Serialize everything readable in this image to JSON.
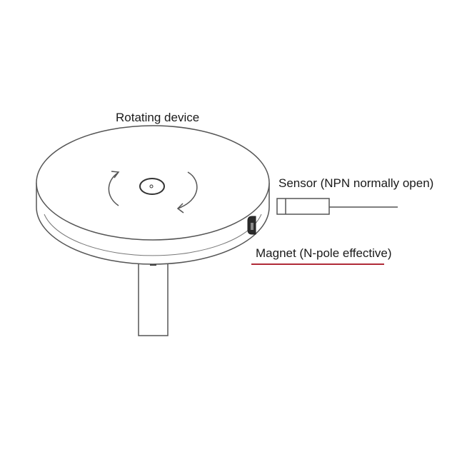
{
  "labels": {
    "rotating_device": "Rotating device",
    "sensor": "Sensor (NPN normally open)",
    "magnet": "Magnet (N-pole effective)"
  },
  "colors": {
    "line": "#555555",
    "magnet_underline": "#b02a37",
    "magnet_fill": "#2b2b2b"
  },
  "icons": {
    "rotation": "curved-arrows-icon"
  }
}
